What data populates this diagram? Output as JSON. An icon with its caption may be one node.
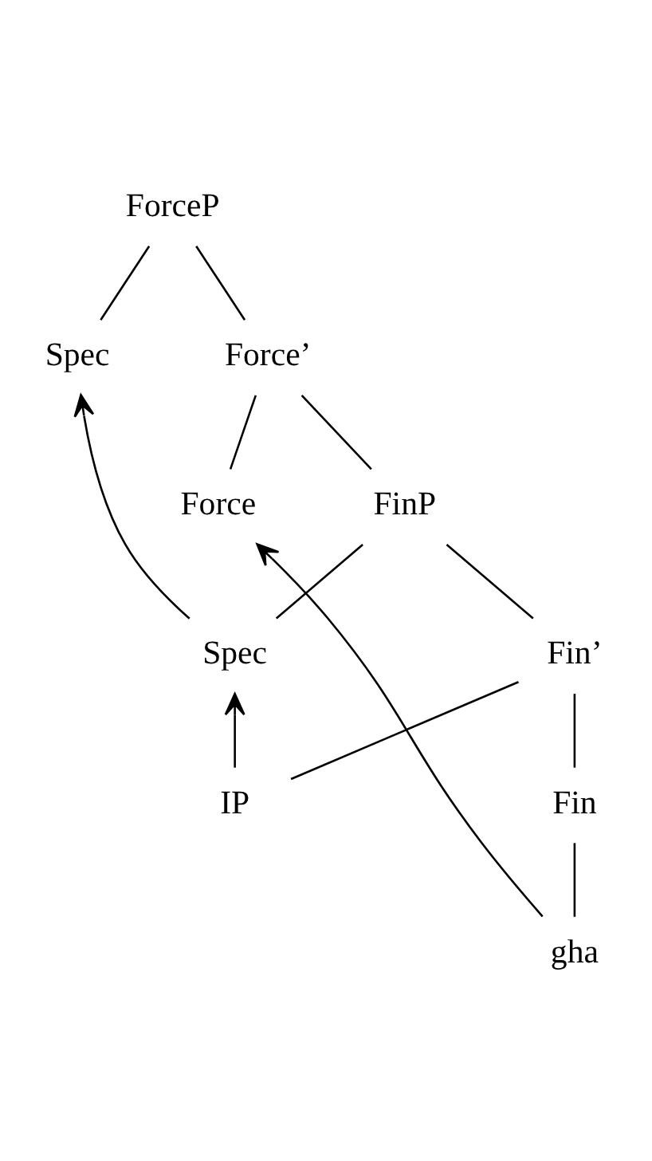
{
  "diagram": {
    "nodes": [
      {
        "text": [
          "ForceP"
        ]
      },
      {
        "text": [
          "Spec"
        ]
      },
      {
        "text": [
          "Force’"
        ]
      },
      {
        "text": [
          "Force"
        ]
      },
      {
        "text": [
          "FinP"
        ]
      },
      {
        "text": [
          "Spec"
        ]
      },
      {
        "text": [
          "Fin’"
        ]
      },
      {
        "text": [
          "Fin"
        ]
      },
      {
        "text": [
          "IP"
        ]
      },
      {
        "text": [
          "gha"
        ]
      }
    ],
    "edges": [
      {
        "from": 0,
        "to": 1,
        "arrow": "none"
      },
      {
        "from": 0,
        "to": 2,
        "arrow": "none"
      },
      {
        "from": 2,
        "to": 3,
        "arrow": "none"
      },
      {
        "from": 2,
        "to": 4,
        "arrow": "none"
      },
      {
        "from": 4,
        "to": 5,
        "arrow": "none"
      },
      {
        "from": 4,
        "to": 6,
        "arrow": "none"
      },
      {
        "from": 6,
        "to": 7,
        "arrow": "none"
      },
      {
        "from": 6,
        "to": 8,
        "arrow": "none"
      },
      {
        "from": 7,
        "to": 9,
        "arrow": "none"
      },
      {
        "from": 5,
        "to": 1,
        "arrow": "to"
      },
      {
        "from": 9,
        "to": 3,
        "arrow": "to"
      },
      {
        "from": 8,
        "to": 5,
        "arrow": "to"
      }
    ]
  }
}
